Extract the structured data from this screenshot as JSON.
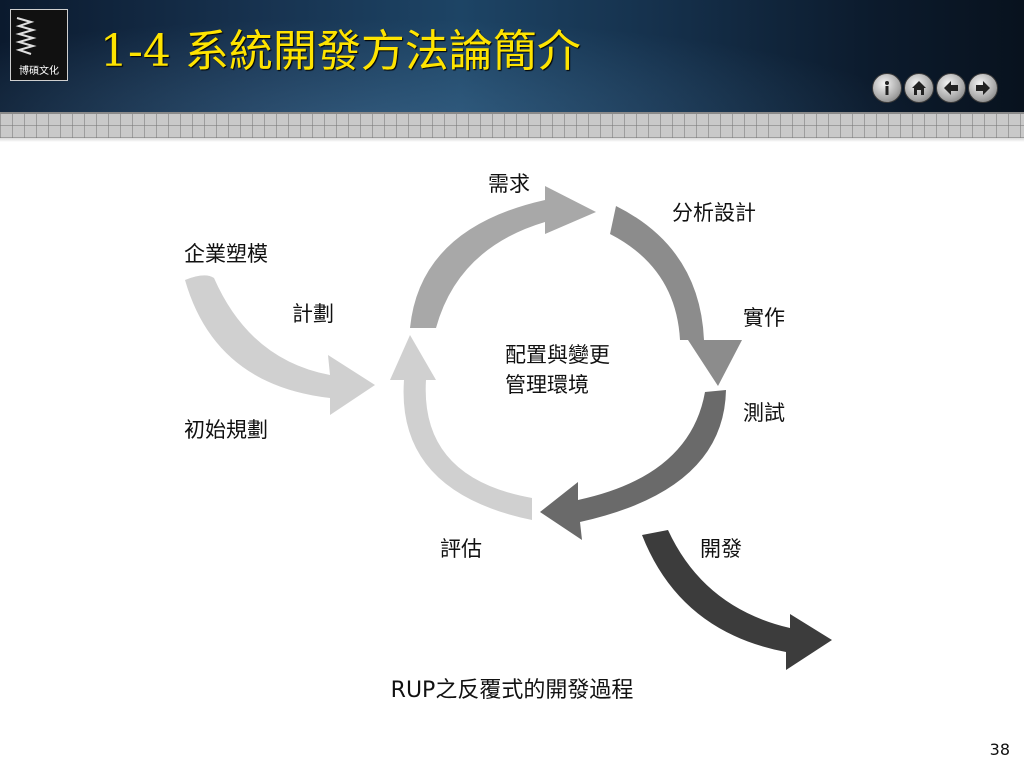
{
  "header": {
    "title": "1-4  系統開發方法論簡介",
    "logo_text": "博碩文化",
    "nav_buttons": [
      {
        "icon": "info-icon"
      },
      {
        "icon": "home-icon"
      },
      {
        "icon": "arrow-left-icon"
      },
      {
        "icon": "arrow-right-icon"
      }
    ]
  },
  "diagram": {
    "labels": {
      "requirements": "需求",
      "analysis_design": "分析設計",
      "business_modeling": "企業塑模",
      "planning": "計劃",
      "implementation": "實作",
      "testing": "測試",
      "initial_planning": "初始規劃",
      "evaluation": "評估",
      "deployment": "開發"
    },
    "center": {
      "line1": "配置與變更",
      "line2": "管理環境"
    },
    "colors": {
      "light": "#d0d0d0",
      "medium_light": "#a8a8a8",
      "medium": "#8c8c8c",
      "dark": "#6a6a6a",
      "darker": "#585858",
      "darkest": "#3c3c3c"
    }
  },
  "caption": "RUP之反覆式的開發過程",
  "page_number": "38"
}
